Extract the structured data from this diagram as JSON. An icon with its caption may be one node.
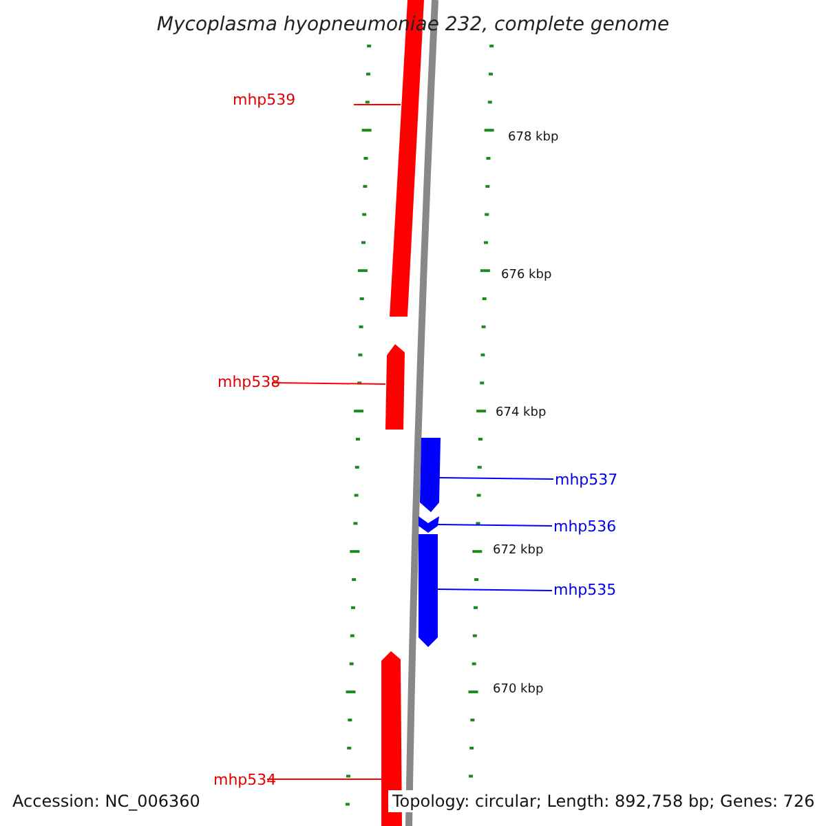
{
  "diagram": {
    "title": "Mycoplasma hyopneumoniae 232, complete genome",
    "nodes": [
      {
        "text": [
          "mhp539"
        ]
      },
      {
        "text": [],
        "shape": "bar"
      },
      {
        "text": [
          "mhp538"
        ]
      },
      {
        "text": [],
        "shape": "bar"
      },
      {
        "text": [
          "mhp537"
        ]
      },
      {
        "text": [],
        "shape": "bar"
      },
      {
        "text": [
          "mhp536"
        ]
      },
      {
        "text": [],
        "shape": "bar"
      },
      {
        "text": [
          "mhp535"
        ]
      },
      {
        "text": [],
        "shape": "bar"
      },
      {
        "text": [
          "mhp534"
        ]
      },
      {
        "text": [],
        "shape": "bar"
      }
    ],
    "edges": [
      {
        "from": 0,
        "to": 1,
        "arrow": "none",
        "color": "#ff0000"
      },
      {
        "from": 2,
        "to": 3,
        "arrow": "none",
        "color": "#ff0000"
      },
      {
        "from": 4,
        "to": 5,
        "arrow": "none",
        "color": "#0000ff"
      },
      {
        "from": 6,
        "to": 7,
        "arrow": "none",
        "color": "#0000ff"
      },
      {
        "from": 8,
        "to": 9,
        "arrow": "none",
        "color": "#0000ff"
      },
      {
        "from": 10,
        "to": 11,
        "arrow": "none",
        "color": "#ff0000"
      }
    ],
    "labels": [
      "678 kbp",
      "676 kbp",
      "674 kbp",
      "672 kbp",
      "670 kbp",
      "Accession: NC_006360",
      "Topology: circular; Length: 892,758 bp; Genes: 726"
    ]
  }
}
